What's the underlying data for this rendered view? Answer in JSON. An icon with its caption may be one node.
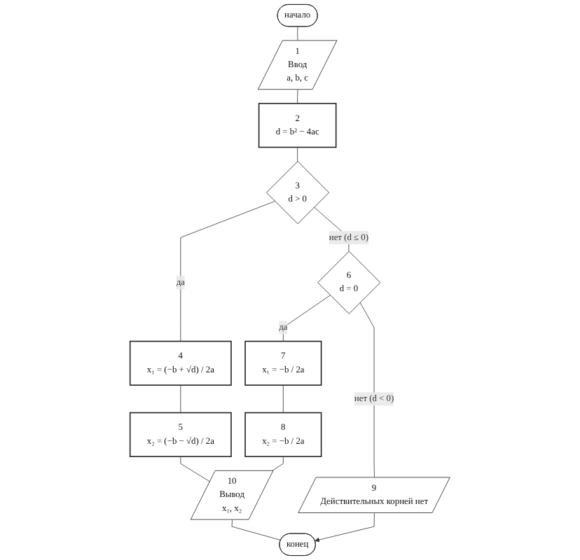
{
  "diagram": {
    "nodes": [
      {
        "text": [
          "начало"
        ]
      },
      {
        "text": [
          "1",
          "Ввод",
          "a, b, c"
        ]
      },
      {
        "text": [
          "2",
          "d = b² − 4ac"
        ]
      },
      {
        "text": [
          "3",
          "d > 0"
        ]
      },
      {
        "text": [
          "4",
          "x₁ = (−b + √d) / 2a"
        ]
      },
      {
        "text": [
          "5",
          "x₂ = (−b − √d) / 2a"
        ]
      },
      {
        "text": [
          "6",
          "d = 0"
        ]
      },
      {
        "text": [
          "7",
          "x₁ = −b / 2a"
        ]
      },
      {
        "text": [
          "8",
          "x₂ = −b / 2a"
        ]
      },
      {
        "text": [
          "9",
          "Действительных корней нет"
        ]
      },
      {
        "text": [
          "10",
          "Вывод",
          "x₁, x₂"
        ]
      },
      {
        "text": [
          "конец"
        ]
      }
    ],
    "edges": [
      {
        "from": 0,
        "to": 1,
        "arrow": "none"
      },
      {
        "from": 1,
        "to": 2,
        "arrow": "none"
      },
      {
        "from": 2,
        "to": 3,
        "arrow": "none"
      },
      {
        "from": 3,
        "to": 4,
        "arrow": "none",
        "label": "да"
      },
      {
        "from": 3,
        "to": 6,
        "arrow": "none",
        "label": "нет (d ≤ 0)"
      },
      {
        "from": 4,
        "to": 5,
        "arrow": "none"
      },
      {
        "from": 6,
        "to": 7,
        "arrow": "none",
        "label": "да"
      },
      {
        "from": 6,
        "to": 9,
        "arrow": "none",
        "label": "нет (d < 0)"
      },
      {
        "from": 7,
        "to": 8,
        "arrow": "none"
      },
      {
        "from": 5,
        "to": 10,
        "arrow": "none"
      },
      {
        "from": 8,
        "to": 10,
        "arrow": "none"
      },
      {
        "from": 10,
        "to": 11,
        "arrow": "none"
      },
      {
        "from": 9,
        "to": 11,
        "arrow": "to"
      }
    ]
  }
}
